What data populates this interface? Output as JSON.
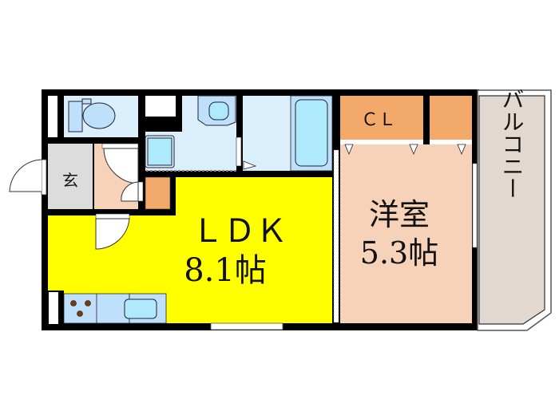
{
  "floor_plan": {
    "rooms": {
      "ldk": {
        "name": "ＬＤＫ",
        "size": "8.1帖",
        "color": "#ffff00"
      },
      "western_room": {
        "name": "洋室",
        "size": "5.3帖",
        "color": "#f6d2b8"
      },
      "closet": {
        "name": "ＣＬ",
        "color": "#f2a96a"
      },
      "entrance": {
        "name": "玄",
        "color": "#dcdcdc"
      },
      "balcony": {
        "name": "バルコニー",
        "color": "#e2d8d0"
      },
      "hallway": {
        "color": "#f6d2b8"
      },
      "toilet": {
        "color": "#dbeefc"
      },
      "washroom": {
        "color": "#dbeefc"
      },
      "bathroom": {
        "color": "#dbeefc"
      },
      "kitchen": {
        "color": "#bfe0fa"
      }
    },
    "colors": {
      "wall": "#000000",
      "fixture_light_blue": "#aeeafc",
      "fixture_outline": "#1a2a3a",
      "storage_orange": "#f2a96a",
      "stove_burner": "#7a3a10"
    }
  }
}
